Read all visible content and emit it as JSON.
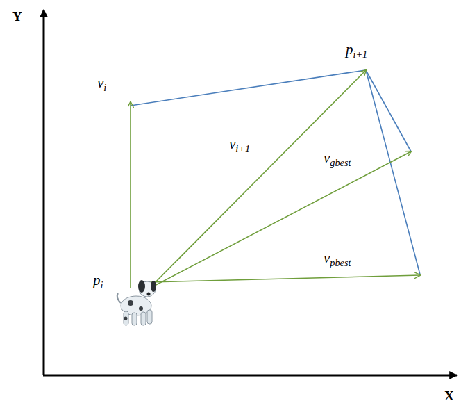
{
  "diagram": {
    "labels": [
      "Y",
      "X",
      "vi",
      "pi+1",
      "vi+1",
      "vgbest",
      "vpbest",
      "pi"
    ]
  }
}
